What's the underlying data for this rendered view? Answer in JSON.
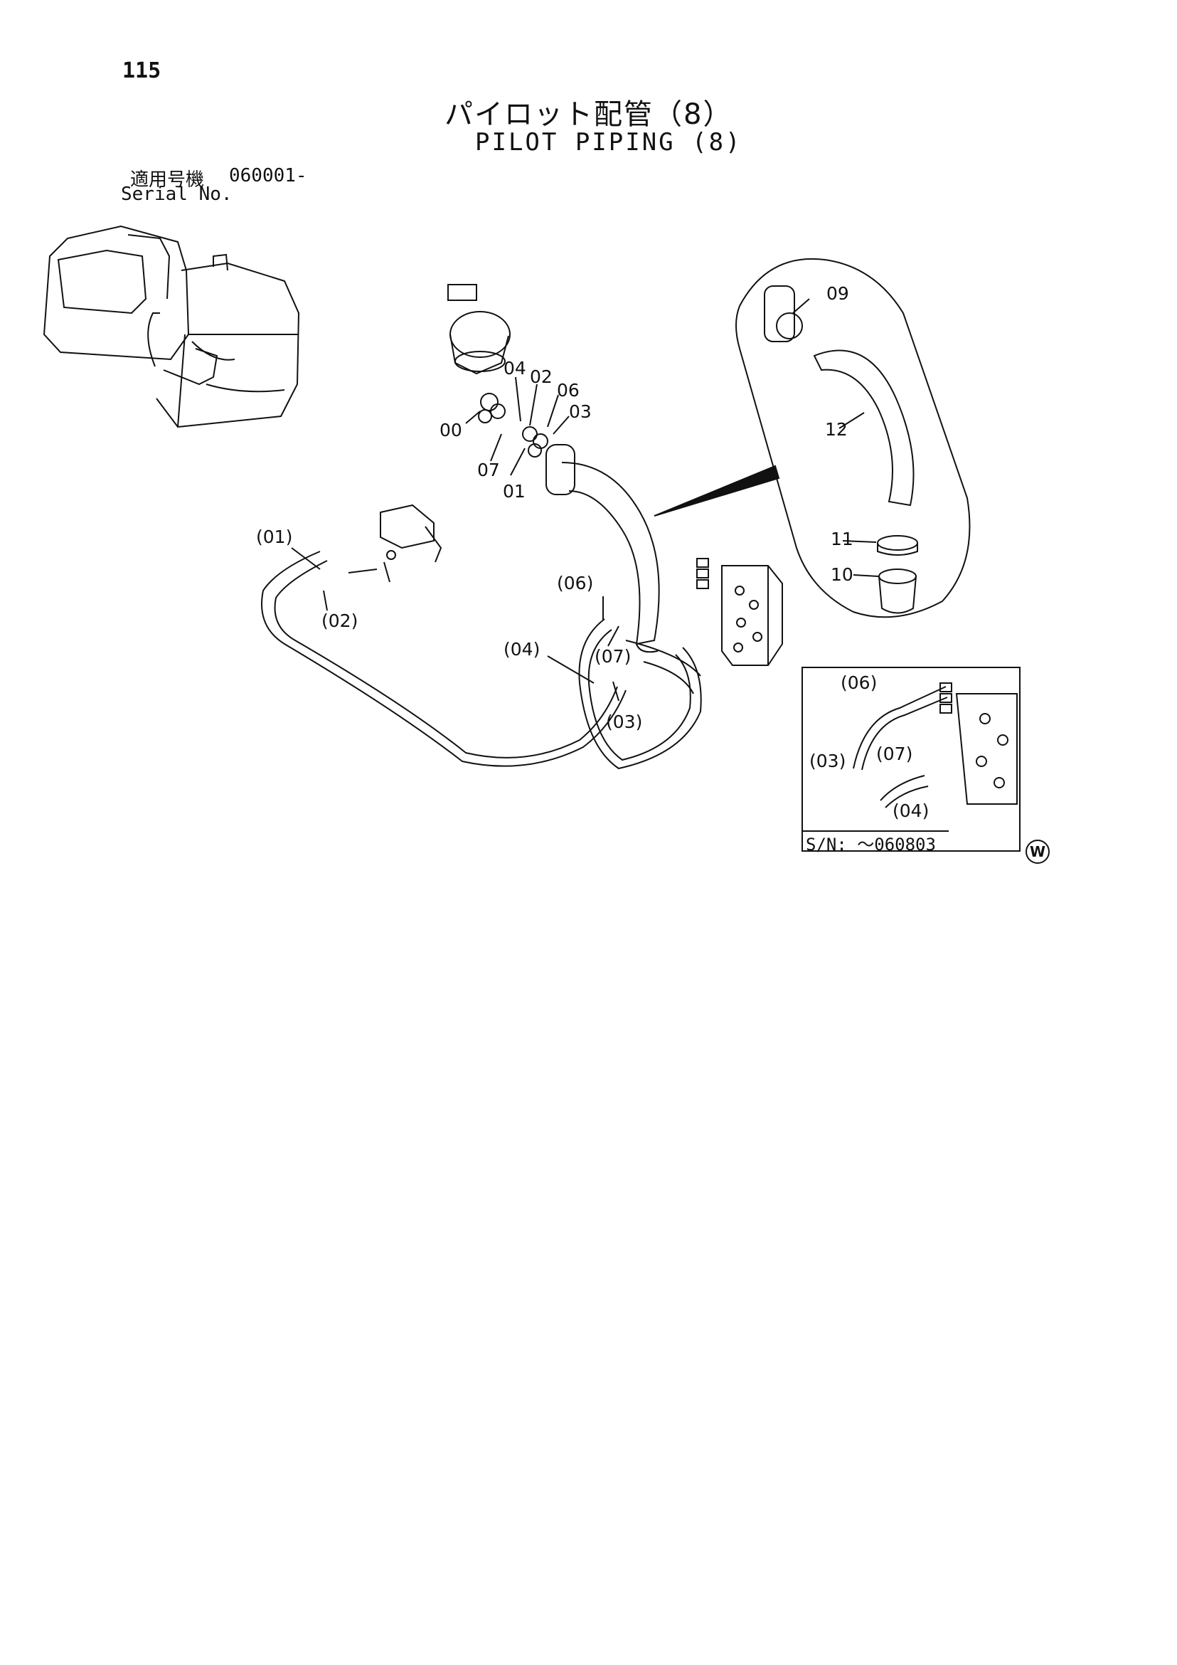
{
  "header": {
    "page_number": "115",
    "title_jp": "パイロット配管（8）",
    "title_en": "PILOT PIPING (8)",
    "serial_label_jp": "適用号機",
    "serial_range": "060001-",
    "serial_label_en": "Serial No."
  },
  "callouts": {
    "c00": "00",
    "c01": "01",
    "c02": "02",
    "c03": "03",
    "c04": "04",
    "c06": "06",
    "c07": "07",
    "c09": "09",
    "c10": "10",
    "c11": "11",
    "c12": "12",
    "p01": "(01)",
    "p02": "(02)",
    "p03": "(03)",
    "p04": "(04)",
    "p06": "(06)",
    "p07": "(07)"
  },
  "inset": {
    "p06": "(06)",
    "p07": "(07)",
    "p03": "(03)",
    "p04": "(04)",
    "note": "S/N: ～060803"
  },
  "w_mark": "W"
}
